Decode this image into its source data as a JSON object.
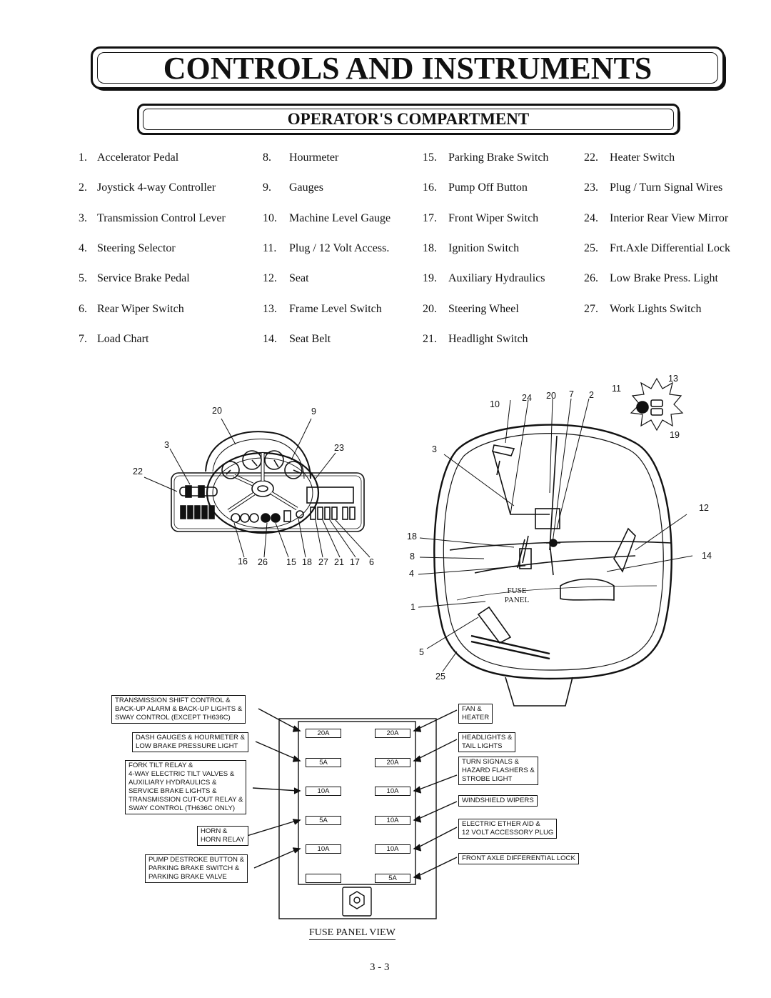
{
  "header": {
    "title": "CONTROLS AND INSTRUMENTS",
    "subtitle": "OPERATOR'S COMPARTMENT"
  },
  "legend": [
    {
      "num": "1.",
      "label": "Accelerator Pedal"
    },
    {
      "num": "2.",
      "label": "Joystick 4-way Controller"
    },
    {
      "num": "3.",
      "label": "Transmission Control Lever"
    },
    {
      "num": "4.",
      "label": "Steering Selector"
    },
    {
      "num": "5.",
      "label": "Service Brake Pedal"
    },
    {
      "num": "6.",
      "label": "Rear Wiper Switch"
    },
    {
      "num": "7.",
      "label": "Load Chart"
    },
    {
      "num": "8.",
      "label": "Hourmeter"
    },
    {
      "num": "9.",
      "label": "Gauges"
    },
    {
      "num": "10.",
      "label": "Machine Level Gauge"
    },
    {
      "num": "11.",
      "label": "Plug / 12 Volt Access."
    },
    {
      "num": "12.",
      "label": "Seat"
    },
    {
      "num": "13.",
      "label": "Frame Level Switch"
    },
    {
      "num": "14.",
      "label": "Seat Belt"
    },
    {
      "num": "15.",
      "label": "Parking Brake Switch"
    },
    {
      "num": "16.",
      "label": "Pump Off Button"
    },
    {
      "num": "17.",
      "label": "Front Wiper Switch"
    },
    {
      "num": "18.",
      "label": "Ignition Switch"
    },
    {
      "num": "19.",
      "label": "Auxiliary Hydraulics"
    },
    {
      "num": "20.",
      "label": "Steering Wheel"
    },
    {
      "num": "21.",
      "label": "Headlight Switch"
    },
    {
      "num": "22.",
      "label": "Heater Switch"
    },
    {
      "num": "23.",
      "label": "Plug / Turn Signal Wires"
    },
    {
      "num": "24.",
      "label": "Interior Rear View Mirror"
    },
    {
      "num": "25.",
      "label": "Frt.Axle Differential Lock"
    },
    {
      "num": "26.",
      "label": "Low Brake Press. Light"
    },
    {
      "num": "27.",
      "label": "Work Lights Switch"
    }
  ],
  "dash_callouts": {
    "c20": "20",
    "c9": "9",
    "c3": "3",
    "c23": "23",
    "c22": "22",
    "c16": "16",
    "c26": "26",
    "c15": "15",
    "c18": "18",
    "c27": "27",
    "c21": "21",
    "c17": "17",
    "c6": "6"
  },
  "cab_callouts": {
    "c10": "10",
    "c24": "24",
    "c20": "20",
    "c7": "7",
    "c2": "2",
    "c11": "11",
    "c13": "13",
    "c19": "19",
    "c3": "3",
    "c12": "12",
    "c18": "18",
    "c8": "8",
    "c14": "14",
    "c4": "4",
    "c1": "1",
    "c5": "5",
    "c25": "25"
  },
  "fuse_panel_label": [
    "FUSE",
    "PANEL"
  ],
  "fuse_panel": {
    "left_labels": [
      [
        "TRANSMISSION SHIFT CONTROL &",
        "BACK-UP ALARM & BACK-UP LIGHTS &",
        "SWAY CONTROL (EXCEPT TH636C)"
      ],
      [
        "DASH GAUGES & HOURMETER &",
        "LOW BRAKE PRESSURE LIGHT"
      ],
      [
        "FORK TILT RELAY &",
        "4-WAY ELECTRIC TILT VALVES &",
        "AUXILIARY HYDRAULICS &",
        "SERVICE BRAKE LIGHTS &",
        "TRANSMISSION CUT-OUT RELAY &",
        "SWAY CONTROL (TH636C ONLY)"
      ],
      [
        "HORN &",
        "HORN RELAY"
      ],
      [
        "PUMP DESTROKE BUTTON &",
        "PARKING BRAKE SWITCH &",
        "PARKING BRAKE VALVE"
      ]
    ],
    "right_labels": [
      [
        "FAN &",
        "HEATER"
      ],
      [
        "HEADLIGHTS &",
        "TAIL LIGHTS"
      ],
      [
        "TURN SIGNALS &",
        "HAZARD FLASHERS &",
        "STROBE LIGHT"
      ],
      [
        "WINDSHIELD WIPERS"
      ],
      [
        "ELECTRIC ETHER AID &",
        "12 VOLT ACCESSORY PLUG"
      ],
      [
        "FRONT AXLE DIFFERENTIAL LOCK"
      ]
    ],
    "left_fuses": [
      "20A",
      "5A",
      "10A",
      "5A",
      "10A",
      ""
    ],
    "right_fuses": [
      "20A",
      "20A",
      "10A",
      "10A",
      "10A",
      "5A"
    ],
    "caption": "FUSE PANEL VIEW"
  },
  "footer": {
    "page": "3 - 3"
  }
}
